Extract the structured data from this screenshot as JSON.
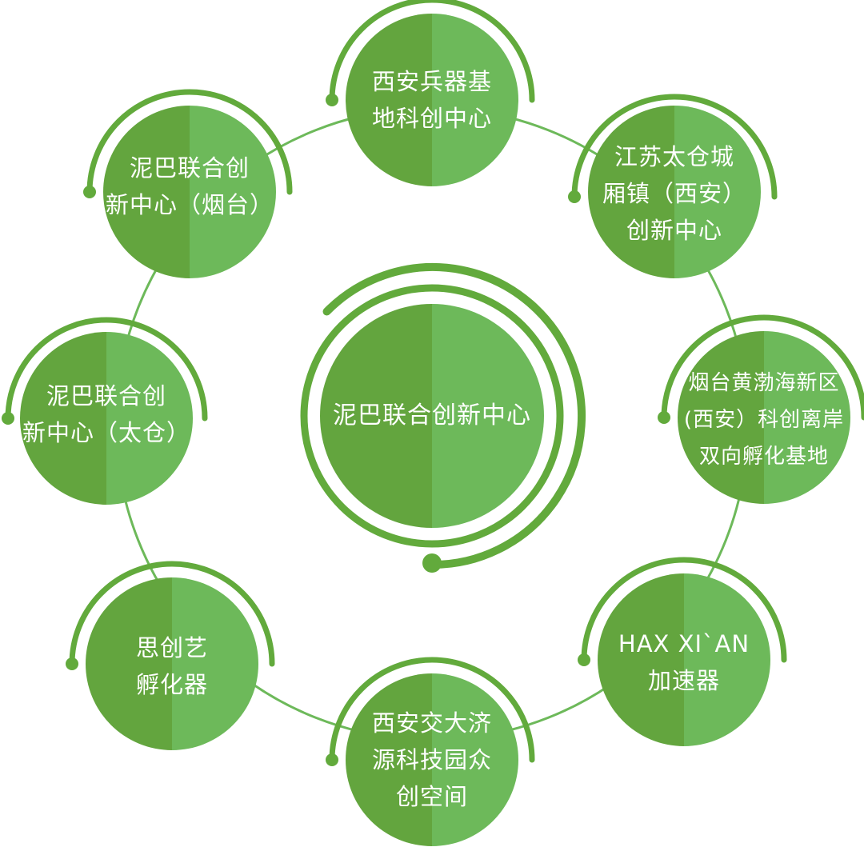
{
  "colors": {
    "dark_green": "#63a53e",
    "light_green": "#6db95a",
    "ring_green": "#62aa3c",
    "background": "#ffffff"
  },
  "center": {
    "lines": [
      "泥巴联合创新中心"
    ]
  },
  "nodes": [
    {
      "id": "xian-weapons",
      "lines": [
        "西安兵器基",
        "地科创中心"
      ]
    },
    {
      "id": "taicang-xian",
      "lines": [
        "江苏太仓城",
        "厢镇（西安）",
        "创新中心"
      ]
    },
    {
      "id": "yantai-huangbohai",
      "lines": [
        "烟台黄渤海新区",
        "(西安）科创离岸",
        "双向孵化基地"
      ]
    },
    {
      "id": "hax-xian",
      "lines": [
        "HAX XI`AN",
        "加速器"
      ]
    },
    {
      "id": "xjtu-jiyuan",
      "lines": [
        "西安交大济",
        "源科技园众",
        "创空间"
      ]
    },
    {
      "id": "sichuangyi",
      "lines": [
        "思创艺",
        "孵化器"
      ]
    },
    {
      "id": "niba-taicang",
      "lines": [
        "泥巴联合创",
        "新中心（太仓）"
      ]
    },
    {
      "id": "niba-yantai",
      "lines": [
        "泥巴联合创",
        "新中心（烟台）"
      ]
    }
  ]
}
